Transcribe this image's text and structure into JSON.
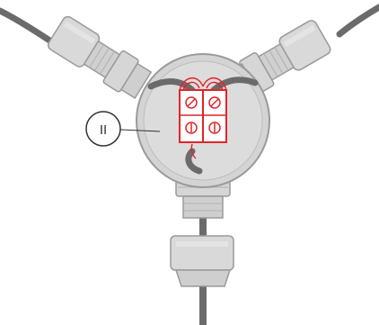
{
  "diagram": {
    "type": "three-way cable junction box with screw terminal block",
    "label": {
      "text": "II",
      "shape": "circle"
    },
    "terminal_block": {
      "rows": 2,
      "columns": 2
    },
    "cable_entries": [
      "upper-left",
      "upper-right",
      "bottom"
    ],
    "colors": {
      "housing": "#d4d4d4",
      "housing_outline": "#9a9a9a",
      "cable": "#6b6b6b",
      "terminal_accent": "#e0242b",
      "label_outline": "#333333"
    }
  }
}
